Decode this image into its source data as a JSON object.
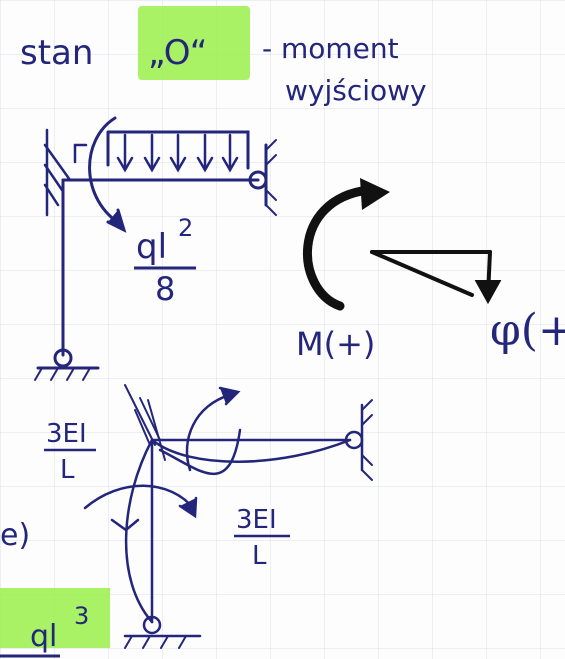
{
  "heading": {
    "line1_a": "stan",
    "line1_b": "„O“",
    "line1_c": "- moment",
    "line2": "wyjściowy"
  },
  "labels": {
    "ql2": "ql",
    "ql2_exp": "2",
    "ql2_den": "8",
    "moment_sign": "M(+)",
    "phi_sign": "φ(+)",
    "k_left_num": "3EI",
    "k_left_den": "L",
    "k_right_num": "3EI",
    "k_right_den": "L",
    "left_edge": "e)",
    "bottom_num": "ql",
    "bottom_exp": "3"
  },
  "colors": {
    "ink": "#23267a",
    "highlight": "#9af04a",
    "black_ink": "#111111"
  }
}
